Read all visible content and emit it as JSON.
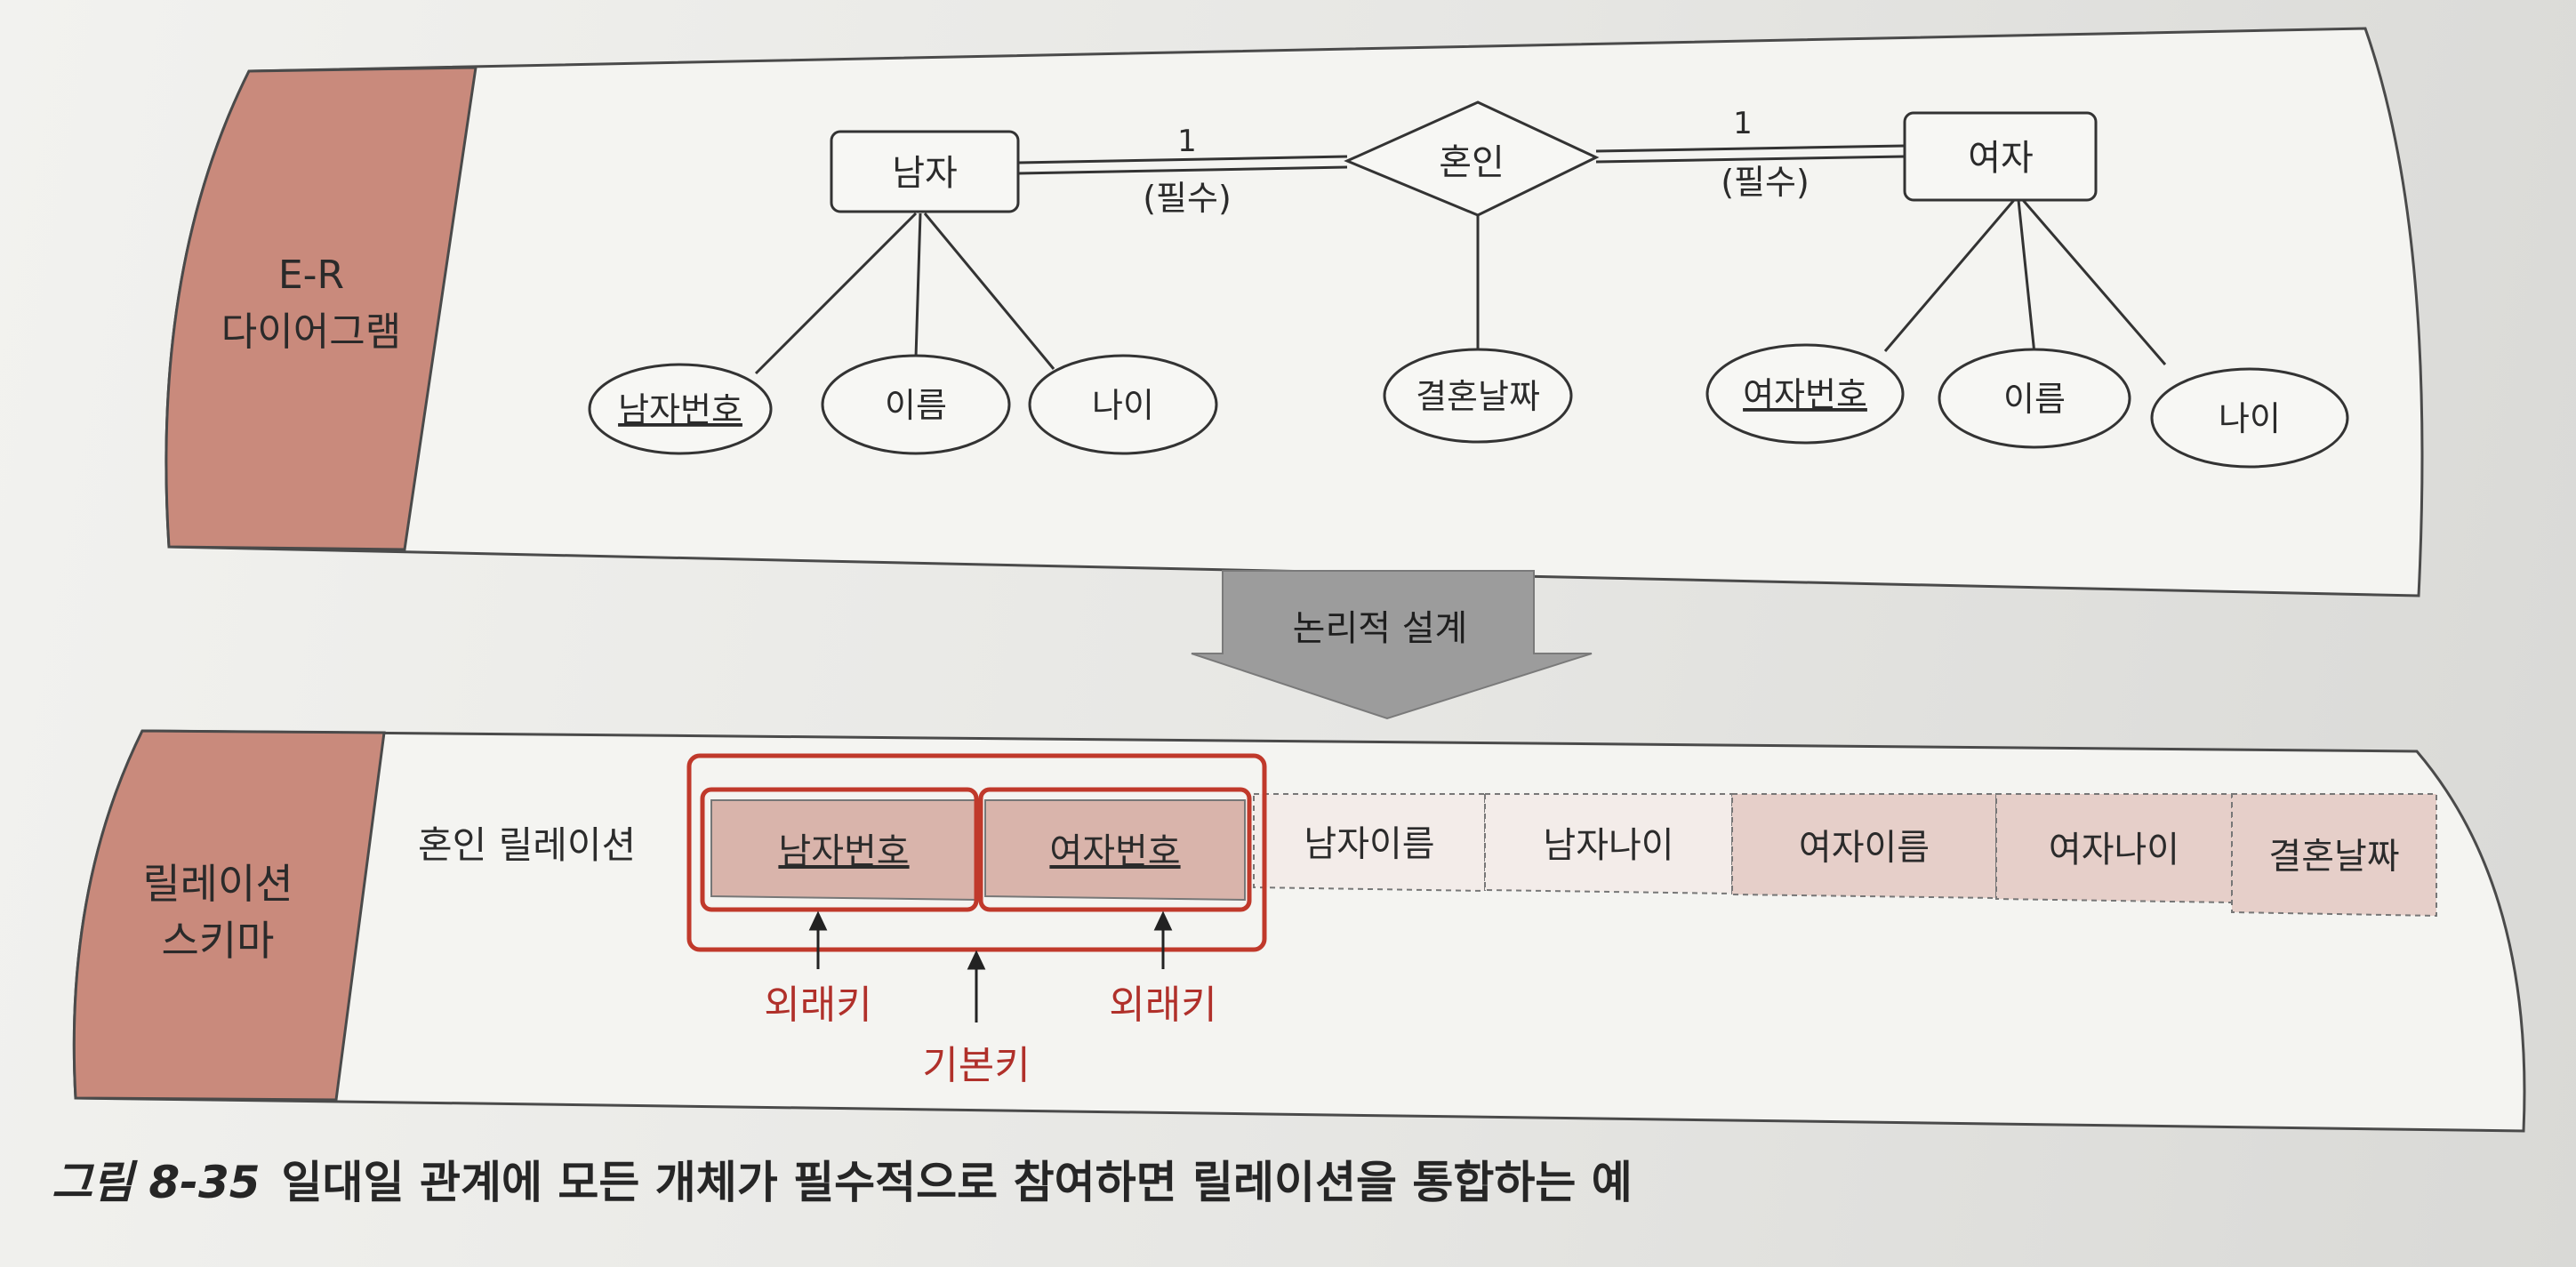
{
  "er_panel": {
    "label_line1": "E-R",
    "label_line2": "다이어그램",
    "entities": {
      "man": "남자",
      "woman": "여자"
    },
    "relationship": "혼인",
    "cardinality": {
      "left_count": "1",
      "left_participation": "(필수)",
      "right_count": "1",
      "right_participation": "(필수)"
    },
    "man_attributes": [
      "남자번호",
      "이름",
      "나이"
    ],
    "woman_attributes": [
      "여자번호",
      "이름",
      "나이"
    ],
    "relationship_attribute": "결혼날짜"
  },
  "transform_arrow": {
    "label": "논리적 설계"
  },
  "schema_panel": {
    "label_line1": "릴레이션",
    "label_line2": "스키마",
    "relation_name": "혼인 릴레이션",
    "columns": [
      "남자번호",
      "여자번호",
      "남자이름",
      "남자나이",
      "여자이름",
      "여자나이",
      "결혼날짜"
    ],
    "annotations": {
      "foreign_key_left": "외래키",
      "primary_key": "기본키",
      "foreign_key_right": "외래키"
    }
  },
  "caption": {
    "number": "그림 8-35",
    "text": "일대일 관계에 모든 개체가 필수적으로 참여하면 릴레이션을 통합하는 예"
  },
  "colors": {
    "label_block": "#c98a7c",
    "highlight": "#c0392b",
    "cell_shade": "#d9b4ab"
  }
}
